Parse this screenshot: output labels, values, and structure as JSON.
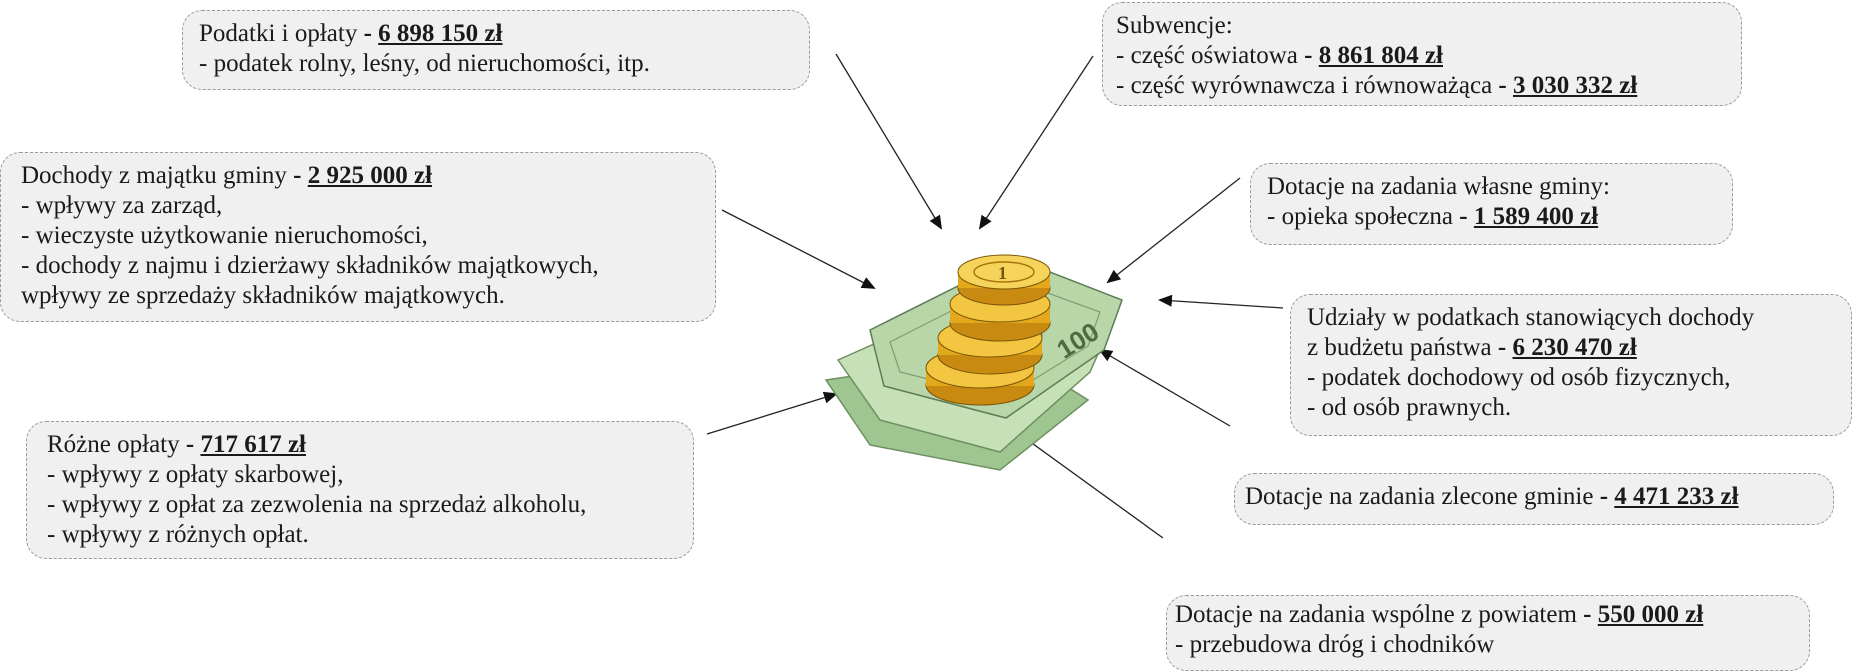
{
  "boxes": {
    "podatki": {
      "title": "Podatki i opłaty",
      "sep": " - ",
      "amount": "6 898 150 zł",
      "lines": [
        "- podatek rolny, leśny, od nieruchomości, itp."
      ]
    },
    "subwencje": {
      "title": "Subwencje:",
      "items": [
        {
          "label": "- część oświatowa",
          "sep": " - ",
          "amount": "8 861 804 zł"
        },
        {
          "label": "- część wyrównawcza i równoważąca",
          "sep": " - ",
          "amount": "3 030 332 zł"
        }
      ]
    },
    "majatek": {
      "title": "Dochody z majątku gminy",
      "sep": " - ",
      "amount": "2 925 000 zł",
      "lines": [
        "- wpływy za zarząd,",
        "- wieczyste użytkowanie nieruchomości,",
        "- dochody z najmu i dzierżawy składników majątkowych,",
        "wpływy ze sprzedaży składników majątkowych."
      ]
    },
    "dotacje_wlasne": {
      "title": "Dotacje na zadania własne gminy:",
      "items": [
        {
          "label": "- opieka społeczna",
          "sep": " - ",
          "amount": "1 589 400 zł"
        }
      ]
    },
    "udzialy": {
      "title": "Udziały w podatkach stanowiących dochody",
      "title2": "z budżetu państwa",
      "sep": " - ",
      "amount": "6 230 470 zł",
      "lines": [
        "- podatek dochodowy od osób fizycznych,",
        "- od osób prawnych."
      ]
    },
    "rozne": {
      "title": "Różne opłaty",
      "sep": " - ",
      "amount": "717 617 zł",
      "lines": [
        "- wpływy z opłaty skarbowej,",
        "- wpływy z opłat za zezwolenia na sprzedaż alkoholu,",
        "- wpływy z różnych opłat."
      ]
    },
    "dotacje_zlecone": {
      "title": "Dotacje na zadania zlecone gminie",
      "sep": " - ",
      "amount": "4 471 233 zł"
    },
    "dotacje_wspolne": {
      "title": "Dotacje na zadania wspólne z powiatem",
      "sep": " - ",
      "amount": "550 000 zł",
      "lines": [
        "- przebudowa dróg i chodników"
      ]
    }
  },
  "center": {
    "icon": "money-coins-icon",
    "banknote_text": "100"
  },
  "colors": {
    "box_bg": "#f0f0f0",
    "box_border": "#9a9a9a",
    "coin": "#e2a91c",
    "note": "#b8d6a8"
  }
}
